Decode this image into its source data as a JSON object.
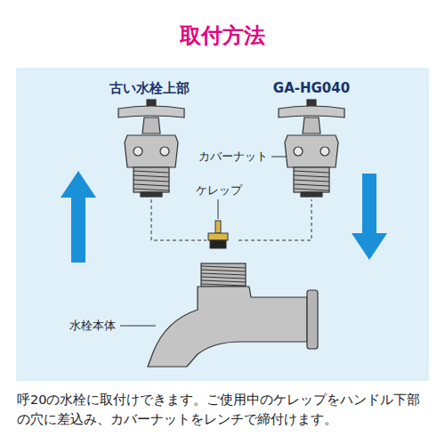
{
  "diagram": {
    "title": "取付方法",
    "caption": "呼20の水栓に取付けできます。ご使用中のケレップをハンドル下部の穴に差込み、カバーナットをレンチで締付けます。",
    "labels": [
      "古い水栓上部",
      "GA-HG040",
      "カバーナット",
      "ケレップ",
      "水栓本体"
    ]
  }
}
